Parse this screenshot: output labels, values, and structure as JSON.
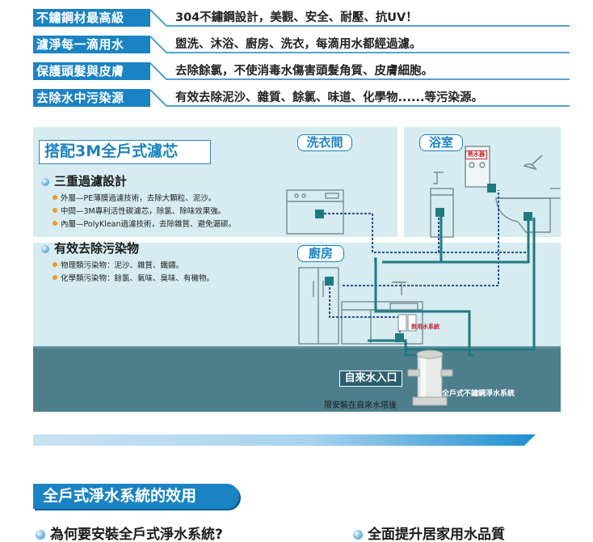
{
  "features": [
    {
      "tag": "不鏽鋼材最高級",
      "text": "304不鏽鋼設計，美觀、安全、耐壓、抗UV！"
    },
    {
      "tag": "濾淨每一滴用水",
      "text": "盥洗、沐浴、廚房、洗衣，每滴用水都經過濾。"
    },
    {
      "tag": "保護頭髮與皮膚",
      "text": "去除餘氯，不使消毒水傷害頭髮角質、皮膚細胞。"
    },
    {
      "tag": "去除水中污染源",
      "text": "有效去除泥沙、雜質、餘氯、味道、化學物......等污染源。"
    }
  ],
  "diagram": {
    "title": "搭配3M全戶式濾芯",
    "section1": {
      "heading": "三重過濾設計",
      "items": [
        "外層—PE薄膜過濾技術，去除大顆粒、泥沙。",
        "中間—3M專利活性碳濾芯，除氯、除味效果強。",
        "內層—PolyKlean過濾技術，去除雜質、避免漏碳。"
      ]
    },
    "section2": {
      "heading": "有效去除污染物",
      "items": [
        "物理類污染物：泥沙、雜質、鐵鏽。",
        "化學類污染物：餘氯、氣味、臭味、有機物。"
      ]
    },
    "rooms": {
      "laundry": "洗衣間",
      "bathroom": "浴室",
      "kitchen": "廚房"
    },
    "heater_tag": "熱水器",
    "drinking_tag": "飲用水系統",
    "inlet": "自來水入口",
    "inlet_note": "限安裝在自來水塔後",
    "system": "全戶式不鏽鋼淨水系統"
  },
  "colors": {
    "accent_blue": "#1a83c4",
    "panel_light": "#d6ecf0",
    "panel_mid": "#c4e1e7",
    "floor_dark": "#4d7e8b",
    "pipe_teal": "#1f7a82",
    "pipe_blue": "#2d4f9e"
  },
  "section_title": "全戶式淨水系統的效用",
  "questions": {
    "left": "為何要安裝全戶式淨水系統?",
    "right": "全面提升居家用水品質"
  }
}
